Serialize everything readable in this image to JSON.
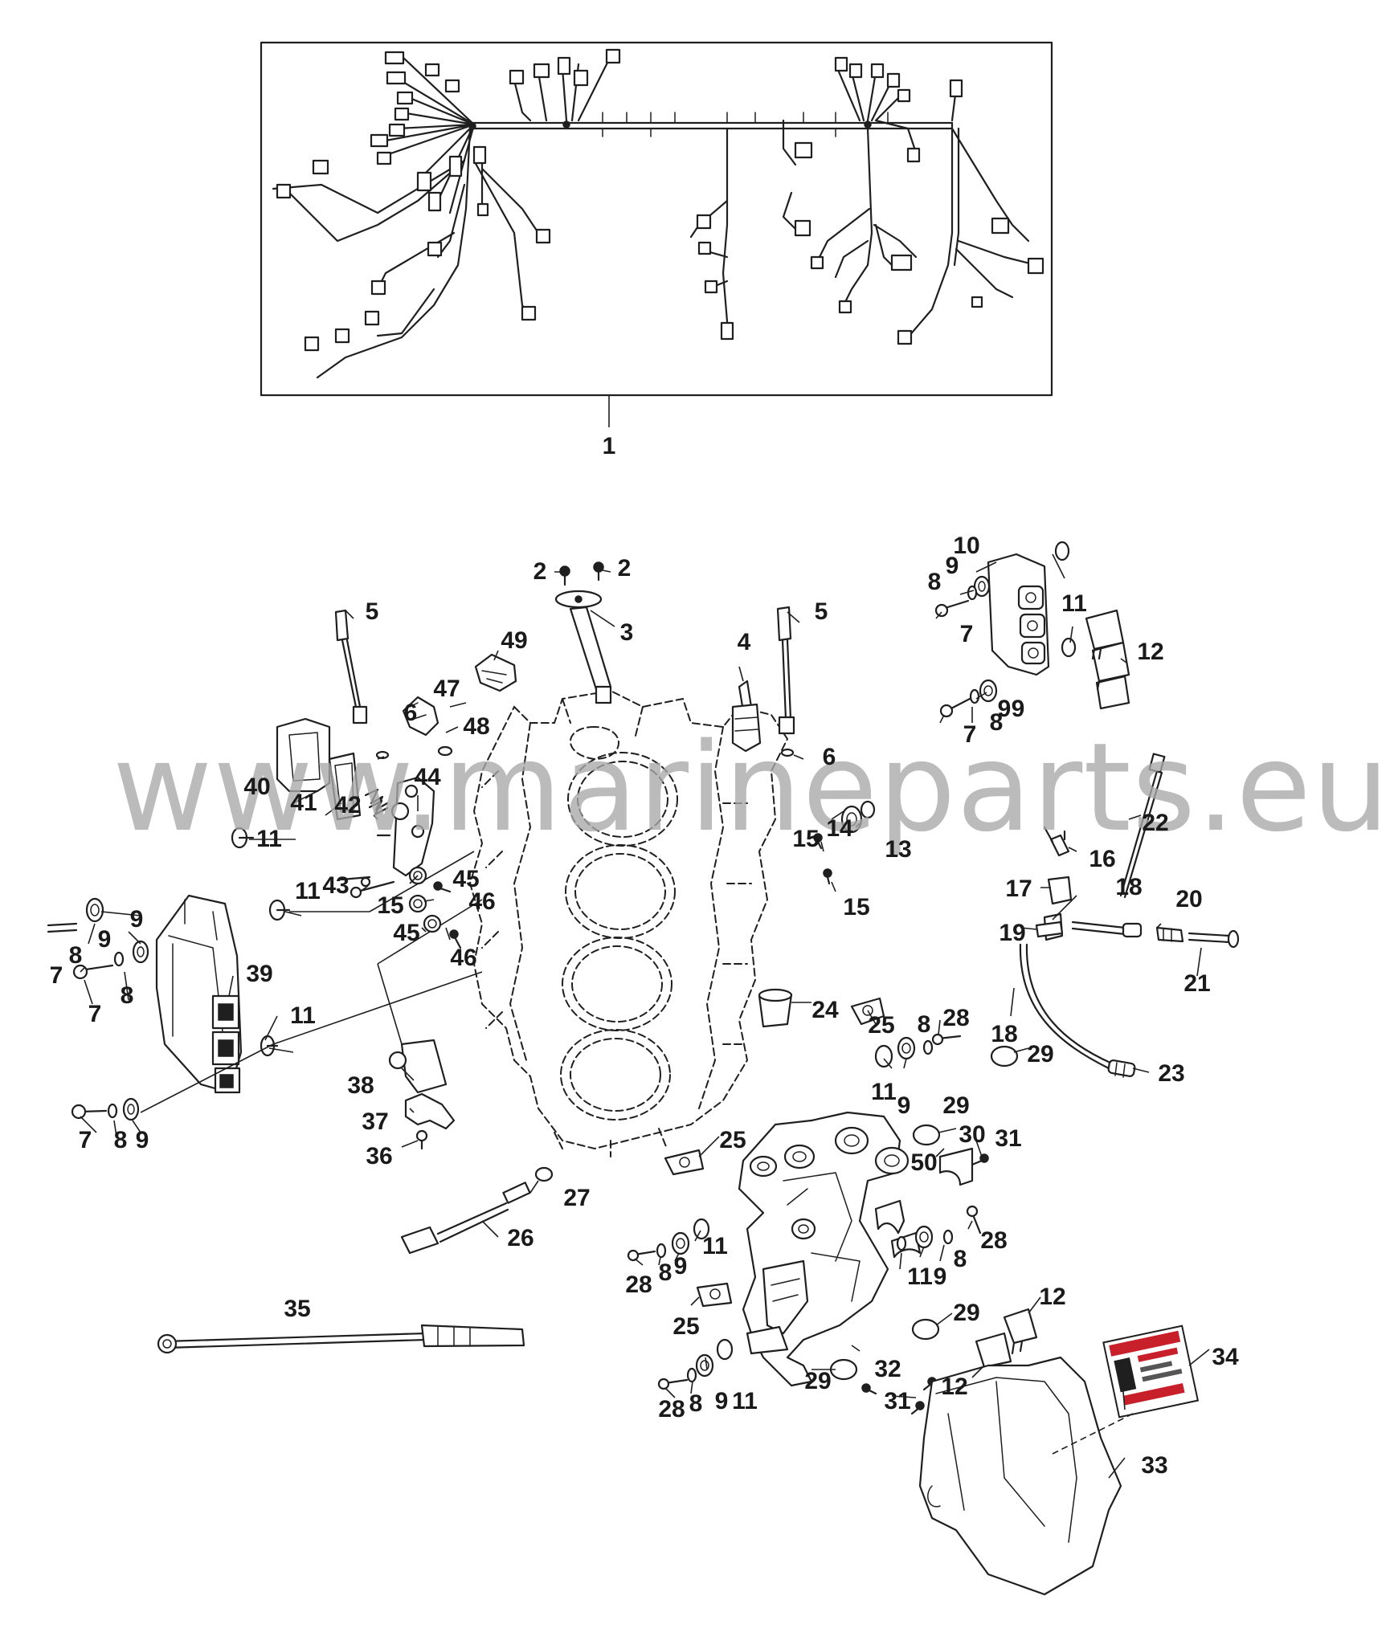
{
  "watermark": "www.marineparts.eu",
  "callouts": [
    {
      "id": "c1a",
      "label": "1"
    },
    {
      "id": "c2a",
      "label": "2"
    },
    {
      "id": "c2b",
      "label": "2"
    },
    {
      "id": "c3",
      "label": "3"
    },
    {
      "id": "c4",
      "label": "4"
    },
    {
      "id": "c5a",
      "label": "5"
    },
    {
      "id": "c5b",
      "label": "5"
    },
    {
      "id": "c6a",
      "label": "6"
    },
    {
      "id": "c6b",
      "label": "6"
    },
    {
      "id": "c7a",
      "label": "7"
    },
    {
      "id": "c7b",
      "label": "7"
    },
    {
      "id": "c7c",
      "label": "7"
    },
    {
      "id": "c7d",
      "label": "7"
    },
    {
      "id": "c7e",
      "label": "7"
    },
    {
      "id": "c8a",
      "label": "8"
    },
    {
      "id": "c8b",
      "label": "8"
    },
    {
      "id": "c8c",
      "label": "8"
    },
    {
      "id": "c8d",
      "label": "8"
    },
    {
      "id": "c8e",
      "label": "8"
    },
    {
      "id": "c8f",
      "label": "8"
    },
    {
      "id": "c8g",
      "label": "8"
    },
    {
      "id": "c8h",
      "label": "8"
    },
    {
      "id": "c8i",
      "label": "8"
    },
    {
      "id": "c9a",
      "label": "9"
    },
    {
      "id": "c9b",
      "label": "9"
    },
    {
      "id": "c9c",
      "label": "9"
    },
    {
      "id": "c9d",
      "label": "9"
    },
    {
      "id": "c9e",
      "label": "9"
    },
    {
      "id": "c9f",
      "label": "9"
    },
    {
      "id": "c9g",
      "label": "9"
    },
    {
      "id": "c9h",
      "label": "9"
    },
    {
      "id": "c9i",
      "label": "9"
    },
    {
      "id": "c9j",
      "label": "9"
    },
    {
      "id": "c10",
      "label": "10"
    },
    {
      "id": "c11a",
      "label": "11"
    },
    {
      "id": "c11b",
      "label": "11"
    },
    {
      "id": "c11c",
      "label": "11"
    },
    {
      "id": "c11d",
      "label": "11"
    },
    {
      "id": "c11e",
      "label": "11"
    },
    {
      "id": "c11f",
      "label": "11"
    },
    {
      "id": "c11g",
      "label": "11"
    },
    {
      "id": "c11h",
      "label": "11"
    },
    {
      "id": "c12a",
      "label": "12"
    },
    {
      "id": "c12b",
      "label": "12"
    },
    {
      "id": "c12c",
      "label": "12"
    },
    {
      "id": "c13",
      "label": "13"
    },
    {
      "id": "c14",
      "label": "14"
    },
    {
      "id": "c15a",
      "label": "15"
    },
    {
      "id": "c15b",
      "label": "15"
    },
    {
      "id": "c15c",
      "label": "15"
    },
    {
      "id": "c16",
      "label": "16"
    },
    {
      "id": "c17",
      "label": "17"
    },
    {
      "id": "c18a",
      "label": "18"
    },
    {
      "id": "c18b",
      "label": "18"
    },
    {
      "id": "c19",
      "label": "19"
    },
    {
      "id": "c20",
      "label": "20"
    },
    {
      "id": "c21",
      "label": "21"
    },
    {
      "id": "c22",
      "label": "22"
    },
    {
      "id": "c23",
      "label": "23"
    },
    {
      "id": "c24",
      "label": "24"
    },
    {
      "id": "c25a",
      "label": "25"
    },
    {
      "id": "c25b",
      "label": "25"
    },
    {
      "id": "c25c",
      "label": "25"
    },
    {
      "id": "c26",
      "label": "26"
    },
    {
      "id": "c27",
      "label": "27"
    },
    {
      "id": "c28a",
      "label": "28"
    },
    {
      "id": "c28b",
      "label": "28"
    },
    {
      "id": "c28c",
      "label": "28"
    },
    {
      "id": "c28d",
      "label": "28"
    },
    {
      "id": "c29a",
      "label": "29"
    },
    {
      "id": "c29b",
      "label": "29"
    },
    {
      "id": "c29c",
      "label": "29"
    },
    {
      "id": "c29d",
      "label": "29"
    },
    {
      "id": "c30",
      "label": "30"
    },
    {
      "id": "c31a",
      "label": "31"
    },
    {
      "id": "c31b",
      "label": "31"
    },
    {
      "id": "c32",
      "label": "32"
    },
    {
      "id": "c33",
      "label": "33"
    },
    {
      "id": "c34",
      "label": "34"
    },
    {
      "id": "c35",
      "label": "35"
    },
    {
      "id": "c36",
      "label": "36"
    },
    {
      "id": "c37",
      "label": "37"
    },
    {
      "id": "c38",
      "label": "38"
    },
    {
      "id": "c39",
      "label": "39"
    },
    {
      "id": "c40",
      "label": "40"
    },
    {
      "id": "c41",
      "label": "41"
    },
    {
      "id": "c42",
      "label": "42"
    },
    {
      "id": "c43",
      "label": "43"
    },
    {
      "id": "c44",
      "label": "44"
    },
    {
      "id": "c45a",
      "label": "45"
    },
    {
      "id": "c45b",
      "label": "45"
    },
    {
      "id": "c46a",
      "label": "46"
    },
    {
      "id": "c46b",
      "label": "46"
    },
    {
      "id": "c47",
      "label": "47"
    },
    {
      "id": "c48",
      "label": "48"
    },
    {
      "id": "c49",
      "label": "49"
    },
    {
      "id": "c50",
      "label": "50"
    }
  ]
}
